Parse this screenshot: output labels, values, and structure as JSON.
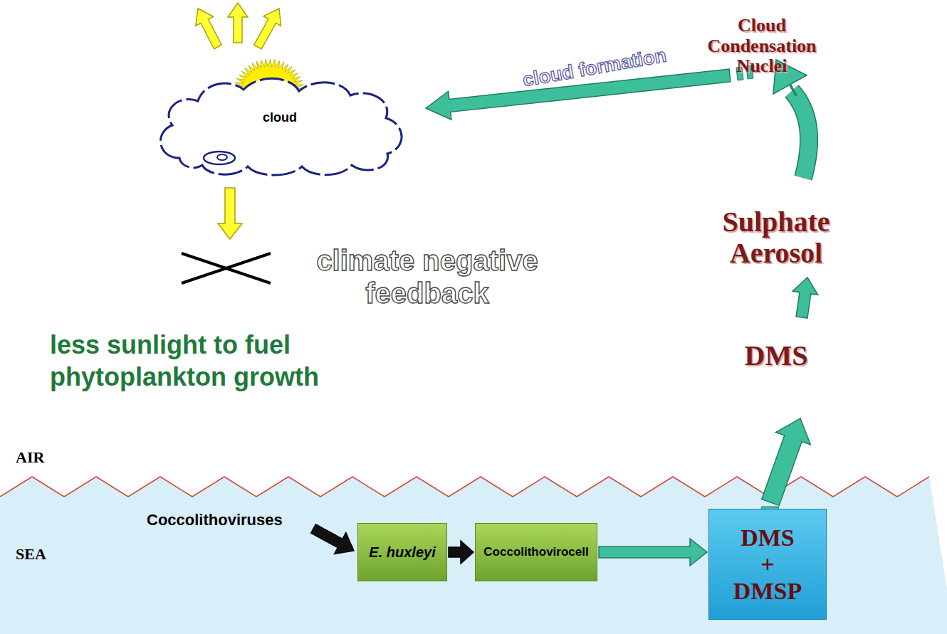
{
  "diagram": {
    "nodes": [
      {
        "text": [
          "cloud"
        ]
      },
      {
        "text": [
          "E. huxleyi"
        ]
      },
      {
        "text": [
          "Coccolithovirocell"
        ]
      },
      {
        "text": [
          "DMS + DMSP"
        ]
      }
    ],
    "edges": [
      {
        "from": 1,
        "to": 2,
        "arrow": "to"
      },
      {
        "from": 2,
        "to": 3,
        "arrow": "to"
      }
    ],
    "labels": [
      "Cloud Condensation Nuclei",
      "cloud formation",
      "Sulphate Aerosol",
      "DMS",
      "climate negative feedback",
      "less sunlight to fuel phytoplankton growth",
      "AIR",
      "SEA",
      "Coccolithoviruses"
    ]
  }
}
